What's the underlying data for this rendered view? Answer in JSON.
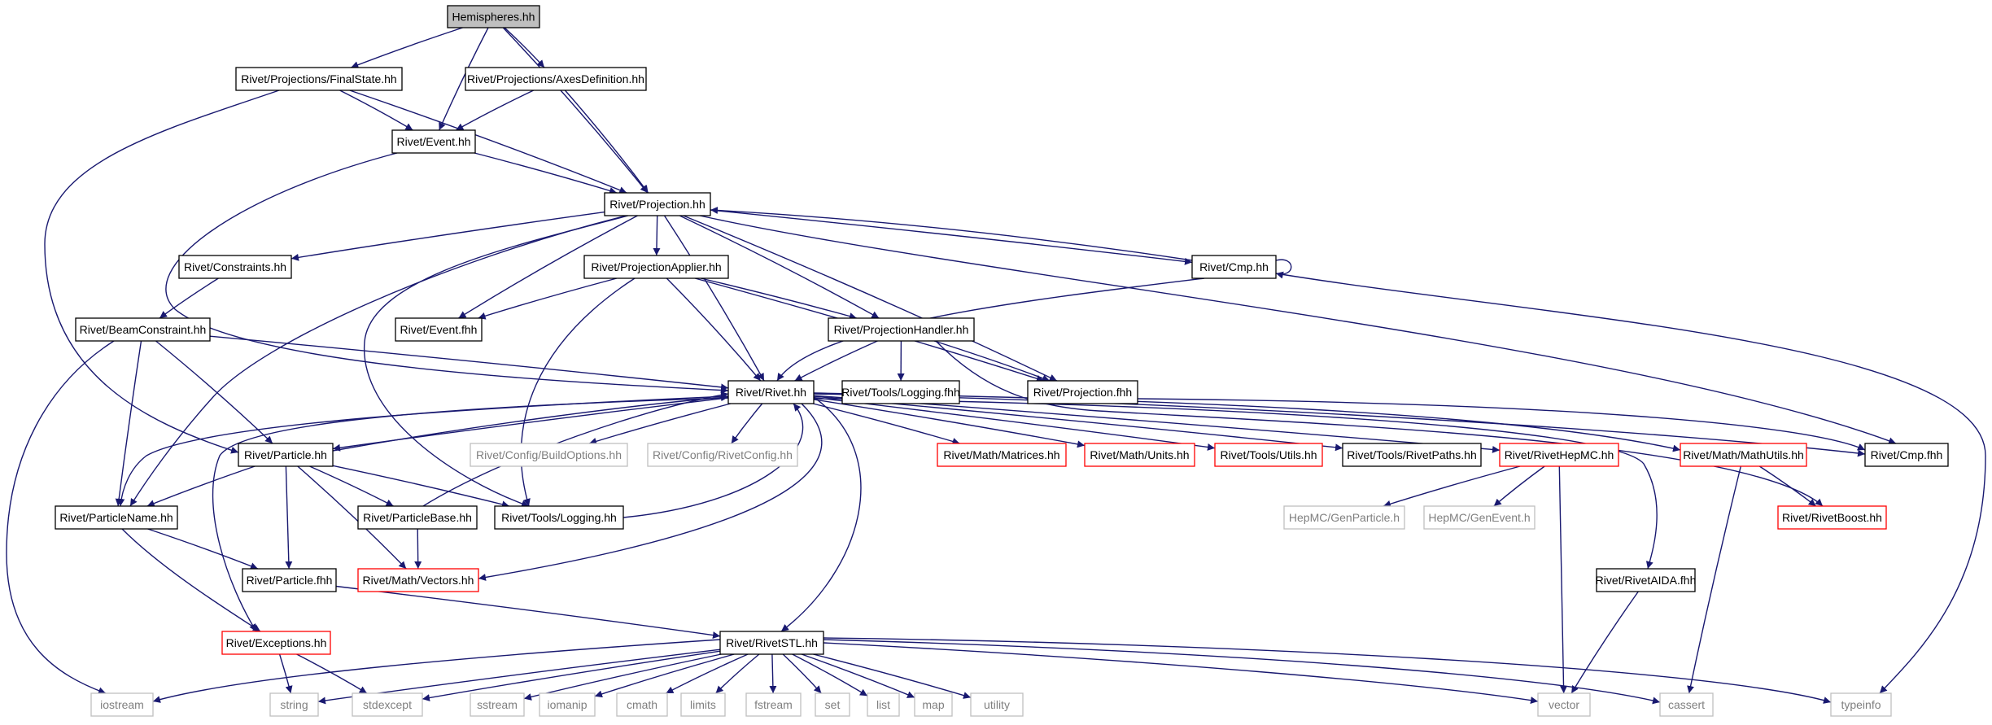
{
  "diagram": {
    "title": "",
    "colors": {
      "edge": "#191970",
      "root_fill": "#bfbfbf",
      "normal_border": "#000000",
      "truncated_border": "#ff0000",
      "external_border": "#bfbfbf",
      "external_text": "#7f7f7f",
      "text": "#000000"
    },
    "nodes": [
      {
        "id": "hemispheres",
        "label": "Hemispheres.hh",
        "kind": "root"
      },
      {
        "id": "finalstate",
        "label": "Rivet/Projections/FinalState.hh",
        "kind": "normal"
      },
      {
        "id": "axesdef",
        "label": "Rivet/Projections/AxesDefinition.hh",
        "kind": "normal"
      },
      {
        "id": "event",
        "label": "Rivet/Event.hh",
        "kind": "normal"
      },
      {
        "id": "projection",
        "label": "Rivet/Projection.hh",
        "kind": "normal"
      },
      {
        "id": "constraints",
        "label": "Rivet/Constraints.hh",
        "kind": "normal"
      },
      {
        "id": "projapplier",
        "label": "Rivet/ProjectionApplier.hh",
        "kind": "normal"
      },
      {
        "id": "cmp",
        "label": "Rivet/Cmp.hh",
        "kind": "normal"
      },
      {
        "id": "beamconstraint",
        "label": "Rivet/BeamConstraint.hh",
        "kind": "normal"
      },
      {
        "id": "eventfhh",
        "label": "Rivet/Event.fhh",
        "kind": "normal"
      },
      {
        "id": "projhandler",
        "label": "Rivet/ProjectionHandler.hh",
        "kind": "normal"
      },
      {
        "id": "loggingfhh",
        "label": "Rivet/Tools/Logging.fhh",
        "kind": "normal"
      },
      {
        "id": "projfhh",
        "label": "Rivet/Projection.fhh",
        "kind": "normal"
      },
      {
        "id": "rivet",
        "label": "Rivet/Rivet.hh",
        "kind": "normal"
      },
      {
        "id": "particle",
        "label": "Rivet/Particle.hh",
        "kind": "normal"
      },
      {
        "id": "buildopts",
        "label": "Rivet/Config/BuildOptions.hh",
        "kind": "external"
      },
      {
        "id": "rivetconfig",
        "label": "Rivet/Config/RivetConfig.hh",
        "kind": "external"
      },
      {
        "id": "matrices",
        "label": "Rivet/Math/Matrices.hh",
        "kind": "truncated"
      },
      {
        "id": "units",
        "label": "Rivet/Math/Units.hh",
        "kind": "truncated"
      },
      {
        "id": "utils",
        "label": "Rivet/Tools/Utils.hh",
        "kind": "truncated"
      },
      {
        "id": "rivetpaths",
        "label": "Rivet/Tools/RivetPaths.hh",
        "kind": "normal"
      },
      {
        "id": "rivethepmc",
        "label": "Rivet/RivetHepMC.hh",
        "kind": "truncated"
      },
      {
        "id": "mathutils",
        "label": "Rivet/Math/MathUtils.hh",
        "kind": "truncated"
      },
      {
        "id": "cmpfhh",
        "label": "Rivet/Cmp.fhh",
        "kind": "normal"
      },
      {
        "id": "particlename",
        "label": "Rivet/ParticleName.hh",
        "kind": "normal"
      },
      {
        "id": "particlebase",
        "label": "Rivet/ParticleBase.hh",
        "kind": "normal"
      },
      {
        "id": "logging",
        "label": "Rivet/Tools/Logging.hh",
        "kind": "normal"
      },
      {
        "id": "genparticle",
        "label": "HepMC/GenParticle.h",
        "kind": "external"
      },
      {
        "id": "genevent",
        "label": "HepMC/GenEvent.h",
        "kind": "external"
      },
      {
        "id": "rivetboost",
        "label": "Rivet/RivetBoost.hh",
        "kind": "truncated"
      },
      {
        "id": "particlefhh",
        "label": "Rivet/Particle.fhh",
        "kind": "normal"
      },
      {
        "id": "vectors",
        "label": "Rivet/Math/Vectors.hh",
        "kind": "truncated"
      },
      {
        "id": "rivetaida",
        "label": "Rivet/RivetAIDA.fhh",
        "kind": "normal"
      },
      {
        "id": "exceptions",
        "label": "Rivet/Exceptions.hh",
        "kind": "truncated"
      },
      {
        "id": "rivetstl",
        "label": "Rivet/RivetSTL.hh",
        "kind": "normal"
      },
      {
        "id": "iostream",
        "label": "iostream",
        "kind": "external"
      },
      {
        "id": "string",
        "label": "string",
        "kind": "external"
      },
      {
        "id": "stdexcept",
        "label": "stdexcept",
        "kind": "external"
      },
      {
        "id": "sstream",
        "label": "sstream",
        "kind": "external"
      },
      {
        "id": "iomanip",
        "label": "iomanip",
        "kind": "external"
      },
      {
        "id": "cmath",
        "label": "cmath",
        "kind": "external"
      },
      {
        "id": "limits",
        "label": "limits",
        "kind": "external"
      },
      {
        "id": "fstream",
        "label": "fstream",
        "kind": "external"
      },
      {
        "id": "set",
        "label": "set",
        "kind": "external"
      },
      {
        "id": "list",
        "label": "list",
        "kind": "external"
      },
      {
        "id": "map",
        "label": "map",
        "kind": "external"
      },
      {
        "id": "utility",
        "label": "utility",
        "kind": "external"
      },
      {
        "id": "vector",
        "label": "vector",
        "kind": "external"
      },
      {
        "id": "cassert",
        "label": "cassert",
        "kind": "external"
      },
      {
        "id": "typeinfo",
        "label": "typeinfo",
        "kind": "external"
      }
    ],
    "edges": [
      {
        "from": "hemispheres",
        "to": "finalstate"
      },
      {
        "from": "hemispheres",
        "to": "axesdef"
      },
      {
        "from": "hemispheres",
        "to": "event"
      },
      {
        "from": "hemispheres",
        "to": "projection"
      },
      {
        "from": "finalstate",
        "to": "event"
      },
      {
        "from": "finalstate",
        "to": "projection"
      },
      {
        "from": "finalstate",
        "to": "particle"
      },
      {
        "from": "axesdef",
        "to": "event"
      },
      {
        "from": "axesdef",
        "to": "projection"
      },
      {
        "from": "event",
        "to": "projection"
      },
      {
        "from": "event",
        "to": "rivet"
      },
      {
        "from": "projection",
        "to": "constraints"
      },
      {
        "from": "projection",
        "to": "eventfhh"
      },
      {
        "from": "projection",
        "to": "projapplier"
      },
      {
        "from": "projection",
        "to": "projhandler"
      },
      {
        "from": "projection",
        "to": "rivet"
      },
      {
        "from": "projection",
        "to": "cmp"
      },
      {
        "from": "projection",
        "to": "projfhh"
      },
      {
        "from": "projection",
        "to": "particlename"
      },
      {
        "from": "projection",
        "to": "logging"
      },
      {
        "from": "projection",
        "to": "cmpfhh"
      },
      {
        "from": "cmp",
        "to": "projection"
      },
      {
        "from": "cmp",
        "to": "cmp"
      },
      {
        "from": "cmp",
        "to": "rivet"
      },
      {
        "from": "cmp",
        "to": "typeinfo"
      },
      {
        "from": "constraints",
        "to": "beamconstraint"
      },
      {
        "from": "beamconstraint",
        "to": "rivet"
      },
      {
        "from": "beamconstraint",
        "to": "particle"
      },
      {
        "from": "beamconstraint",
        "to": "particlename"
      },
      {
        "from": "beamconstraint",
        "to": "iostream"
      },
      {
        "from": "projapplier",
        "to": "eventfhh"
      },
      {
        "from": "projapplier",
        "to": "rivet"
      },
      {
        "from": "projapplier",
        "to": "projhandler"
      },
      {
        "from": "projapplier",
        "to": "projfhh"
      },
      {
        "from": "projapplier",
        "to": "logging"
      },
      {
        "from": "projhandler",
        "to": "rivet"
      },
      {
        "from": "projhandler",
        "to": "loggingfhh"
      },
      {
        "from": "projhandler",
        "to": "projfhh"
      },
      {
        "from": "projhandler",
        "to": "rivetboost"
      },
      {
        "from": "projfhh",
        "to": "cmpfhh"
      },
      {
        "from": "rivet",
        "to": "particle"
      },
      {
        "from": "rivet",
        "to": "buildopts"
      },
      {
        "from": "rivet",
        "to": "rivetconfig"
      },
      {
        "from": "rivet",
        "to": "matrices"
      },
      {
        "from": "rivet",
        "to": "units"
      },
      {
        "from": "rivet",
        "to": "utils"
      },
      {
        "from": "rivet",
        "to": "rivetpaths"
      },
      {
        "from": "rivet",
        "to": "rivethepmc"
      },
      {
        "from": "rivet",
        "to": "mathutils"
      },
      {
        "from": "rivet",
        "to": "cmpfhh"
      },
      {
        "from": "rivet",
        "to": "particlename"
      },
      {
        "from": "rivet",
        "to": "exceptions"
      },
      {
        "from": "rivet",
        "to": "vectors"
      },
      {
        "from": "rivet",
        "to": "rivetstl"
      },
      {
        "from": "rivet",
        "to": "rivetaida"
      },
      {
        "from": "particle",
        "to": "rivet"
      },
      {
        "from": "particle",
        "to": "particlename"
      },
      {
        "from": "particle",
        "to": "particlebase"
      },
      {
        "from": "particle",
        "to": "logging"
      },
      {
        "from": "particle",
        "to": "particlefhh"
      },
      {
        "from": "particle",
        "to": "vectors"
      },
      {
        "from": "particlebase",
        "to": "rivet"
      },
      {
        "from": "particlebase",
        "to": "vectors"
      },
      {
        "from": "logging",
        "to": "rivet"
      },
      {
        "from": "rivethepmc",
        "to": "genparticle"
      },
      {
        "from": "rivethepmc",
        "to": "genevent"
      },
      {
        "from": "rivethepmc",
        "to": "vector"
      },
      {
        "from": "mathutils",
        "to": "rivetboost"
      },
      {
        "from": "mathutils",
        "to": "cassert"
      },
      {
        "from": "particlename",
        "to": "particlefhh"
      },
      {
        "from": "particlename",
        "to": "exceptions"
      },
      {
        "from": "particlefhh",
        "to": "rivetstl"
      },
      {
        "from": "rivetaida",
        "to": "vector"
      },
      {
        "from": "exceptions",
        "to": "string"
      },
      {
        "from": "exceptions",
        "to": "stdexcept"
      },
      {
        "from": "rivetstl",
        "to": "iostream"
      },
      {
        "from": "rivetstl",
        "to": "string"
      },
      {
        "from": "rivetstl",
        "to": "stdexcept"
      },
      {
        "from": "rivetstl",
        "to": "sstream"
      },
      {
        "from": "rivetstl",
        "to": "iomanip"
      },
      {
        "from": "rivetstl",
        "to": "cmath"
      },
      {
        "from": "rivetstl",
        "to": "limits"
      },
      {
        "from": "rivetstl",
        "to": "fstream"
      },
      {
        "from": "rivetstl",
        "to": "set"
      },
      {
        "from": "rivetstl",
        "to": "list"
      },
      {
        "from": "rivetstl",
        "to": "map"
      },
      {
        "from": "rivetstl",
        "to": "utility"
      },
      {
        "from": "rivetstl",
        "to": "vector"
      },
      {
        "from": "rivetstl",
        "to": "cassert"
      },
      {
        "from": "rivetstl",
        "to": "typeinfo"
      }
    ]
  }
}
